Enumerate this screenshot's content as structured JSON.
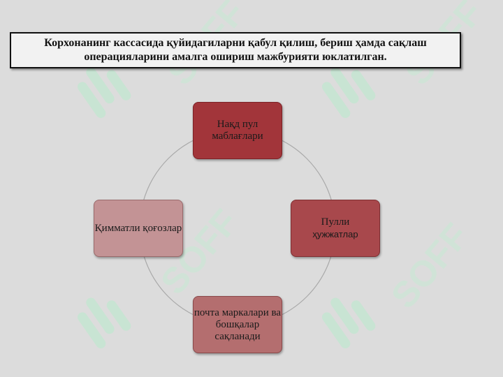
{
  "header": {
    "text": "Корхонанинг кассасида қуйидагиларни қабул қилиш, бериш ҳамда сақлаш операцияларини амалга ошириш мажбурияти юклатилган."
  },
  "diagram": {
    "type": "cycle",
    "nodes": [
      {
        "id": "top",
        "label": "Нақд пул маблағлари",
        "color": "#a2353a"
      },
      {
        "id": "right",
        "label_line1": "Пулли",
        "label_line2": "ҳужжатлар",
        "color": "#a8484c"
      },
      {
        "id": "bottom",
        "label": "почта маркалари ва бошқалар сақланади",
        "color": "#b46e6f"
      },
      {
        "id": "left",
        "label": "Қимматли қоғозлар",
        "color": "#c39395"
      }
    ]
  },
  "watermark": {
    "text": "SOFF",
    "icon": "soff-logo-icon",
    "color": "#b9ebcc"
  }
}
